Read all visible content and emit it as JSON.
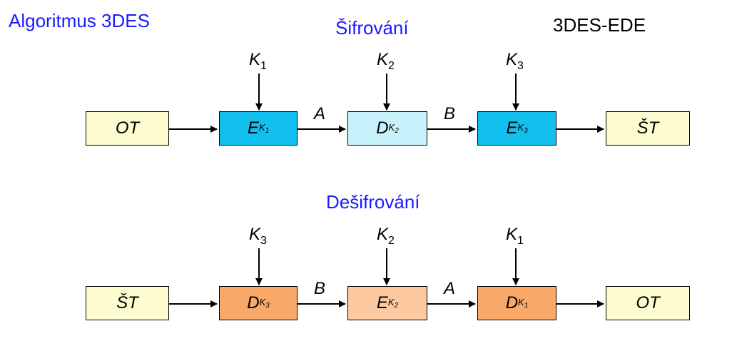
{
  "header": {
    "title": "Algoritmus 3DES",
    "variant": "3DES-EDE"
  },
  "encryption": {
    "title": "Šifrování",
    "input": "OT",
    "output": "ŠT",
    "stage1": {
      "op": "E",
      "key": "K",
      "key_index": "1",
      "key_label": "K",
      "key_label_index": "1"
    },
    "stage2": {
      "op": "D",
      "key": "K",
      "key_index": "2",
      "key_label": "K",
      "key_label_index": "2"
    },
    "stage3": {
      "op": "E",
      "key": "K",
      "key_index": "3",
      "key_label": "K",
      "key_label_index": "3"
    },
    "mid1": "A",
    "mid2": "B"
  },
  "decryption": {
    "title": "Dešifrování",
    "input": "ŠT",
    "output": "OT",
    "stage1": {
      "op": "D",
      "key": "K",
      "key_index": "3",
      "key_label": "K",
      "key_label_index": "3"
    },
    "stage2": {
      "op": "E",
      "key": "K",
      "key_index": "2",
      "key_label": "K",
      "key_label_index": "2"
    },
    "stage3": {
      "op": "D",
      "key": "K",
      "key_index": "1",
      "key_label": "K",
      "key_label_index": "1"
    },
    "mid1": "B",
    "mid2": "A"
  },
  "colors": {
    "title": "#1a1aff",
    "io_box": "#fcfcd0",
    "encrypt_dark": "#11c0ee",
    "encrypt_light": "#c8f2fb",
    "decrypt_dark": "#f8a868",
    "decrypt_light": "#fcc9a0"
  }
}
